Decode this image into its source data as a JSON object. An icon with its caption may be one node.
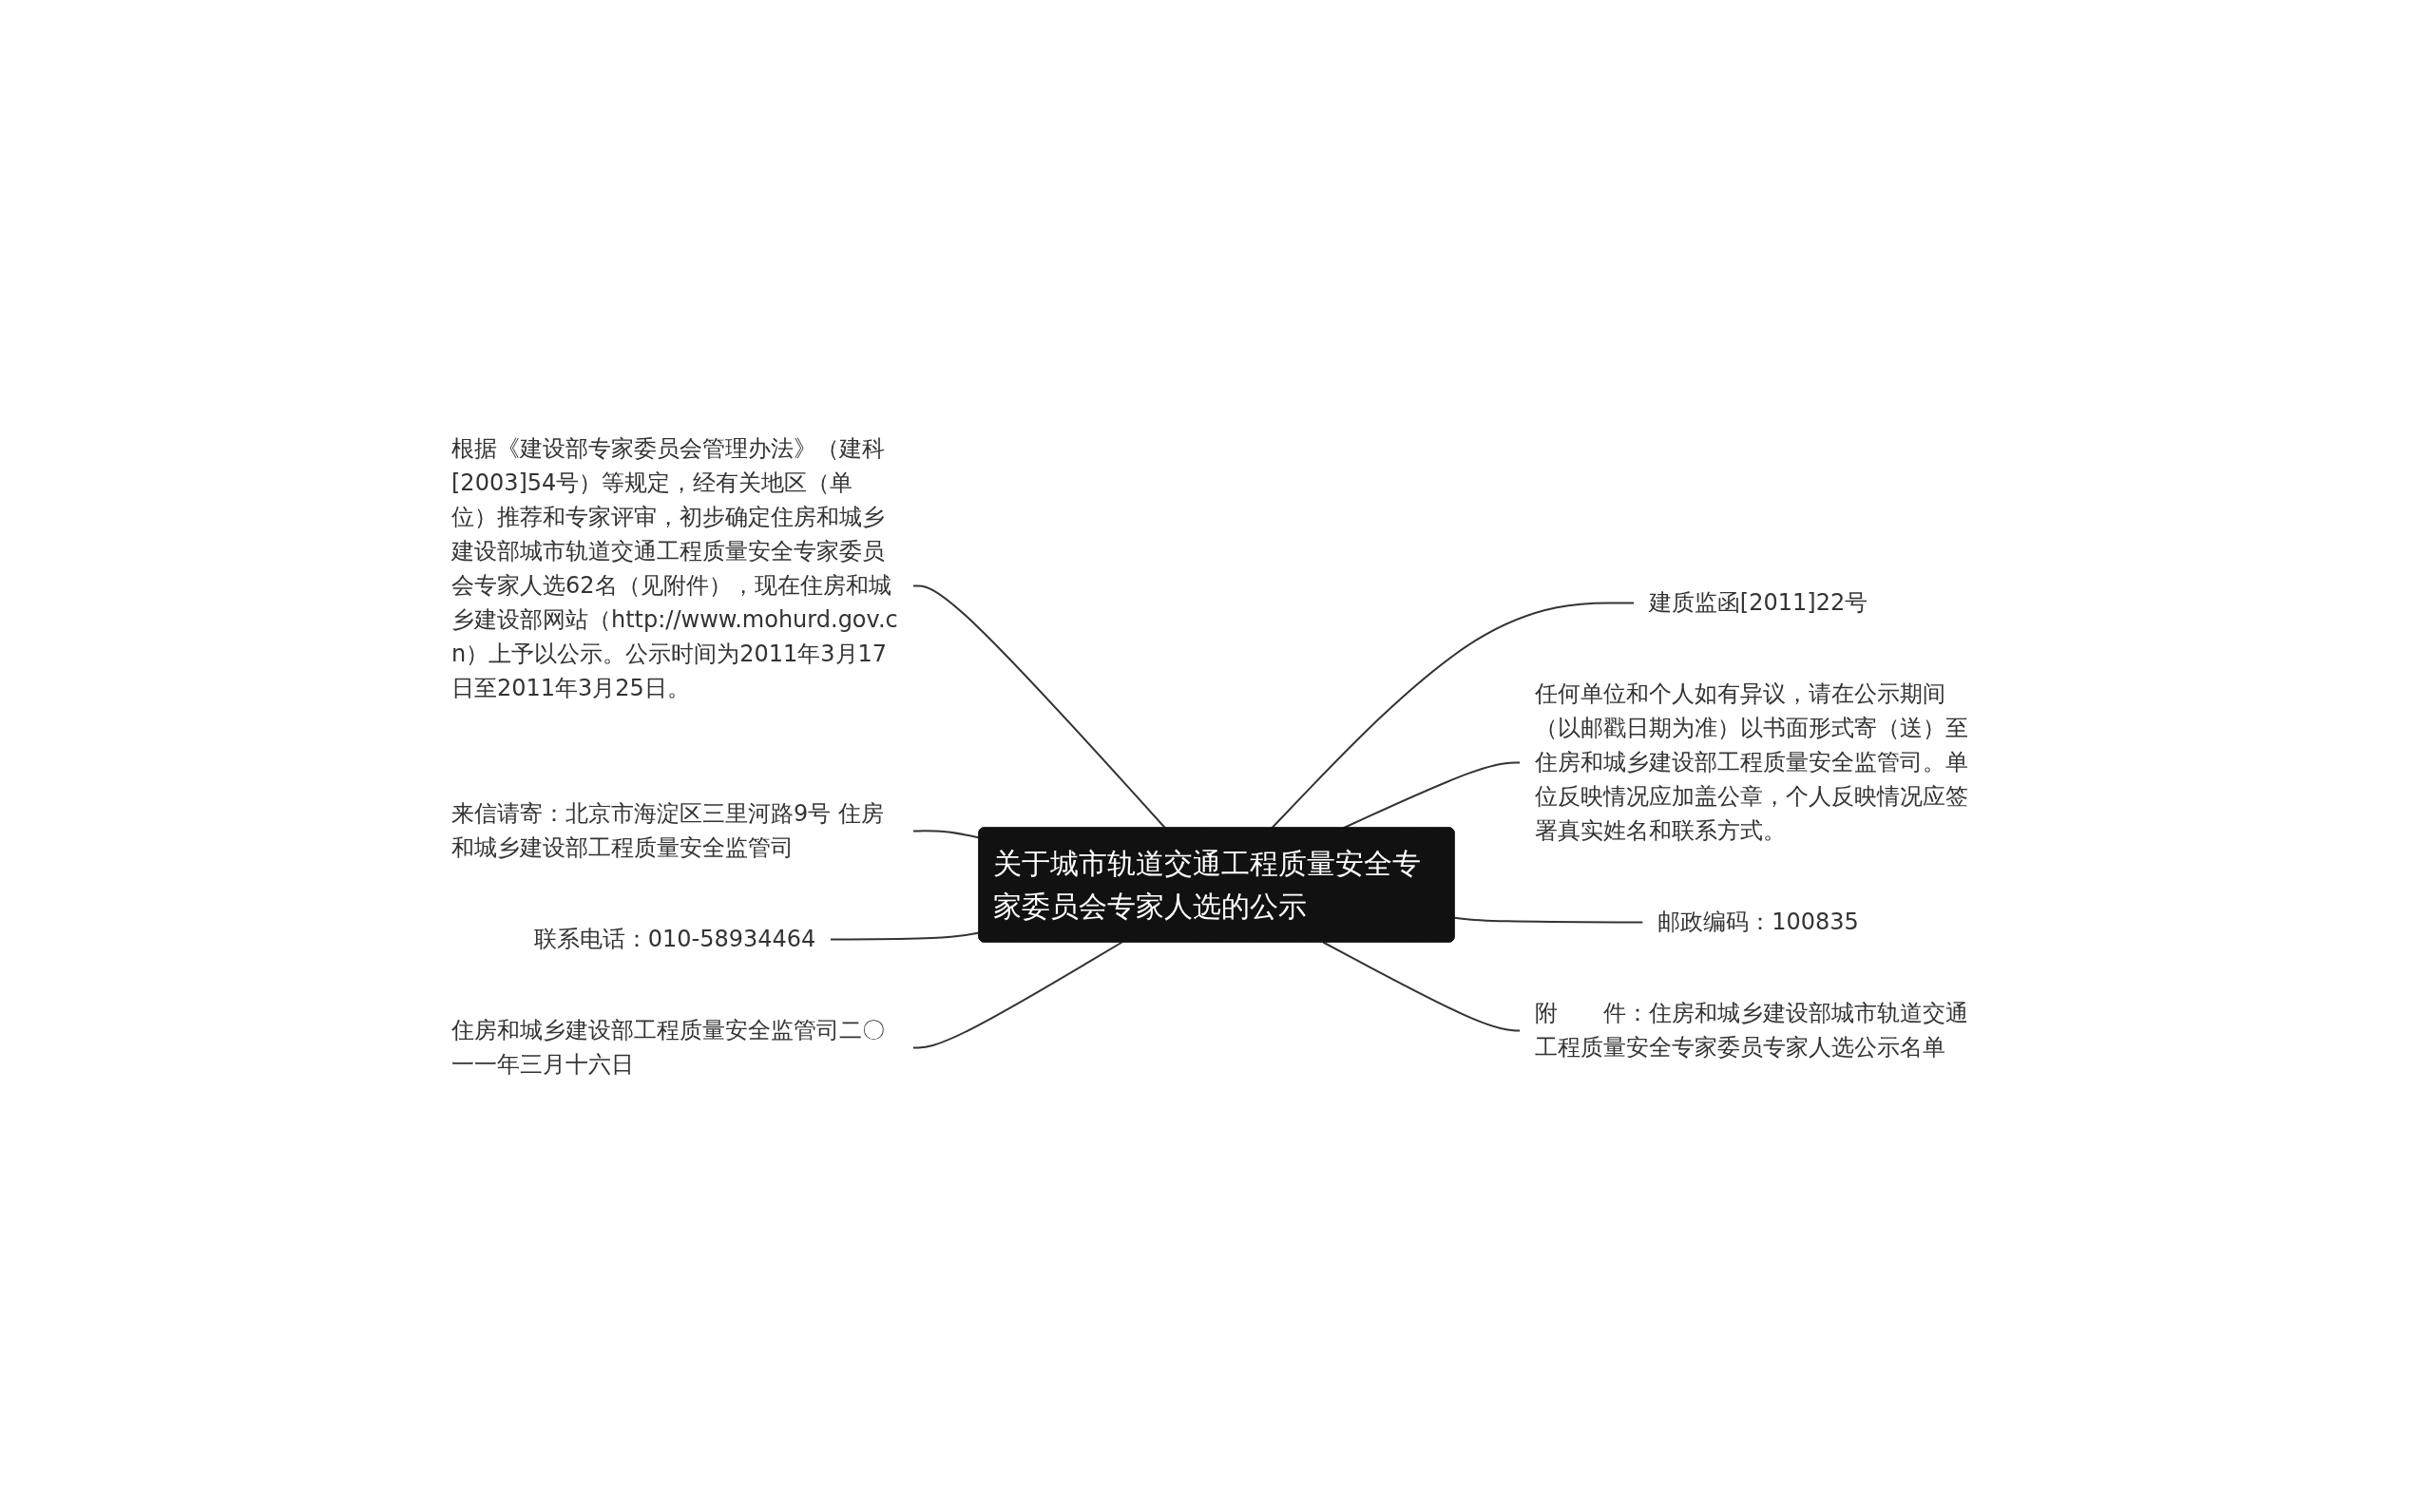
{
  "diagram": {
    "nodes": [
      {
        "text": [
          "关于城市轨道交通工程质量安全专家委员会专家人选的公示"
        ]
      },
      {
        "text": [
          "根据《建设部专家委员会管理办法》（建科[2003]54号）等规定，经有关地区（单位）推荐和专家评审，初步确定住房和城乡建设部城市轨道交通工程质量安全专家委员会专家人选62名（见附件），现在住房和城乡建设部网站（http://www.mohurd.gov.cn）上予以公示。公示时间为2011年3月17日至2011年3月25日。"
        ]
      },
      {
        "text": [
          "来信请寄：北京市海淀区三里河路9号 住房和城乡建设部工程质量安全监管司"
        ]
      },
      {
        "text": [
          "联系电话：010-58934464"
        ]
      },
      {
        "text": [
          "住房和城乡建设部工程质量安全监管司二〇一一年三月十六日"
        ]
      },
      {
        "text": [
          "建质监函[2011]22号"
        ]
      },
      {
        "text": [
          "任何单位和个人如有异议，请在公示期间（以邮戳日期为准）以书面形式寄（送）至住房和城乡建设部工程质量安全监管司。单位反映情况应加盖公章，个人反映情况应签署真实姓名和联系方式。"
        ]
      },
      {
        "text": [
          "邮政编码：100835"
        ]
      },
      {
        "text": [
          "附　　件：住房和城乡建设部城市轨道交通工程质量安全专家委员专家人选公示名单"
        ]
      }
    ],
    "edges": [
      {
        "from": 0,
        "to": 1,
        "arrow": "none"
      },
      {
        "from": 0,
        "to": 2,
        "arrow": "none"
      },
      {
        "from": 0,
        "to": 3,
        "arrow": "none"
      },
      {
        "from": 0,
        "to": 4,
        "arrow": "none"
      },
      {
        "from": 0,
        "to": 5,
        "arrow": "none"
      },
      {
        "from": 0,
        "to": 6,
        "arrow": "none"
      },
      {
        "from": 0,
        "to": 7,
        "arrow": "none"
      },
      {
        "from": 0,
        "to": 8,
        "arrow": "none"
      }
    ]
  }
}
